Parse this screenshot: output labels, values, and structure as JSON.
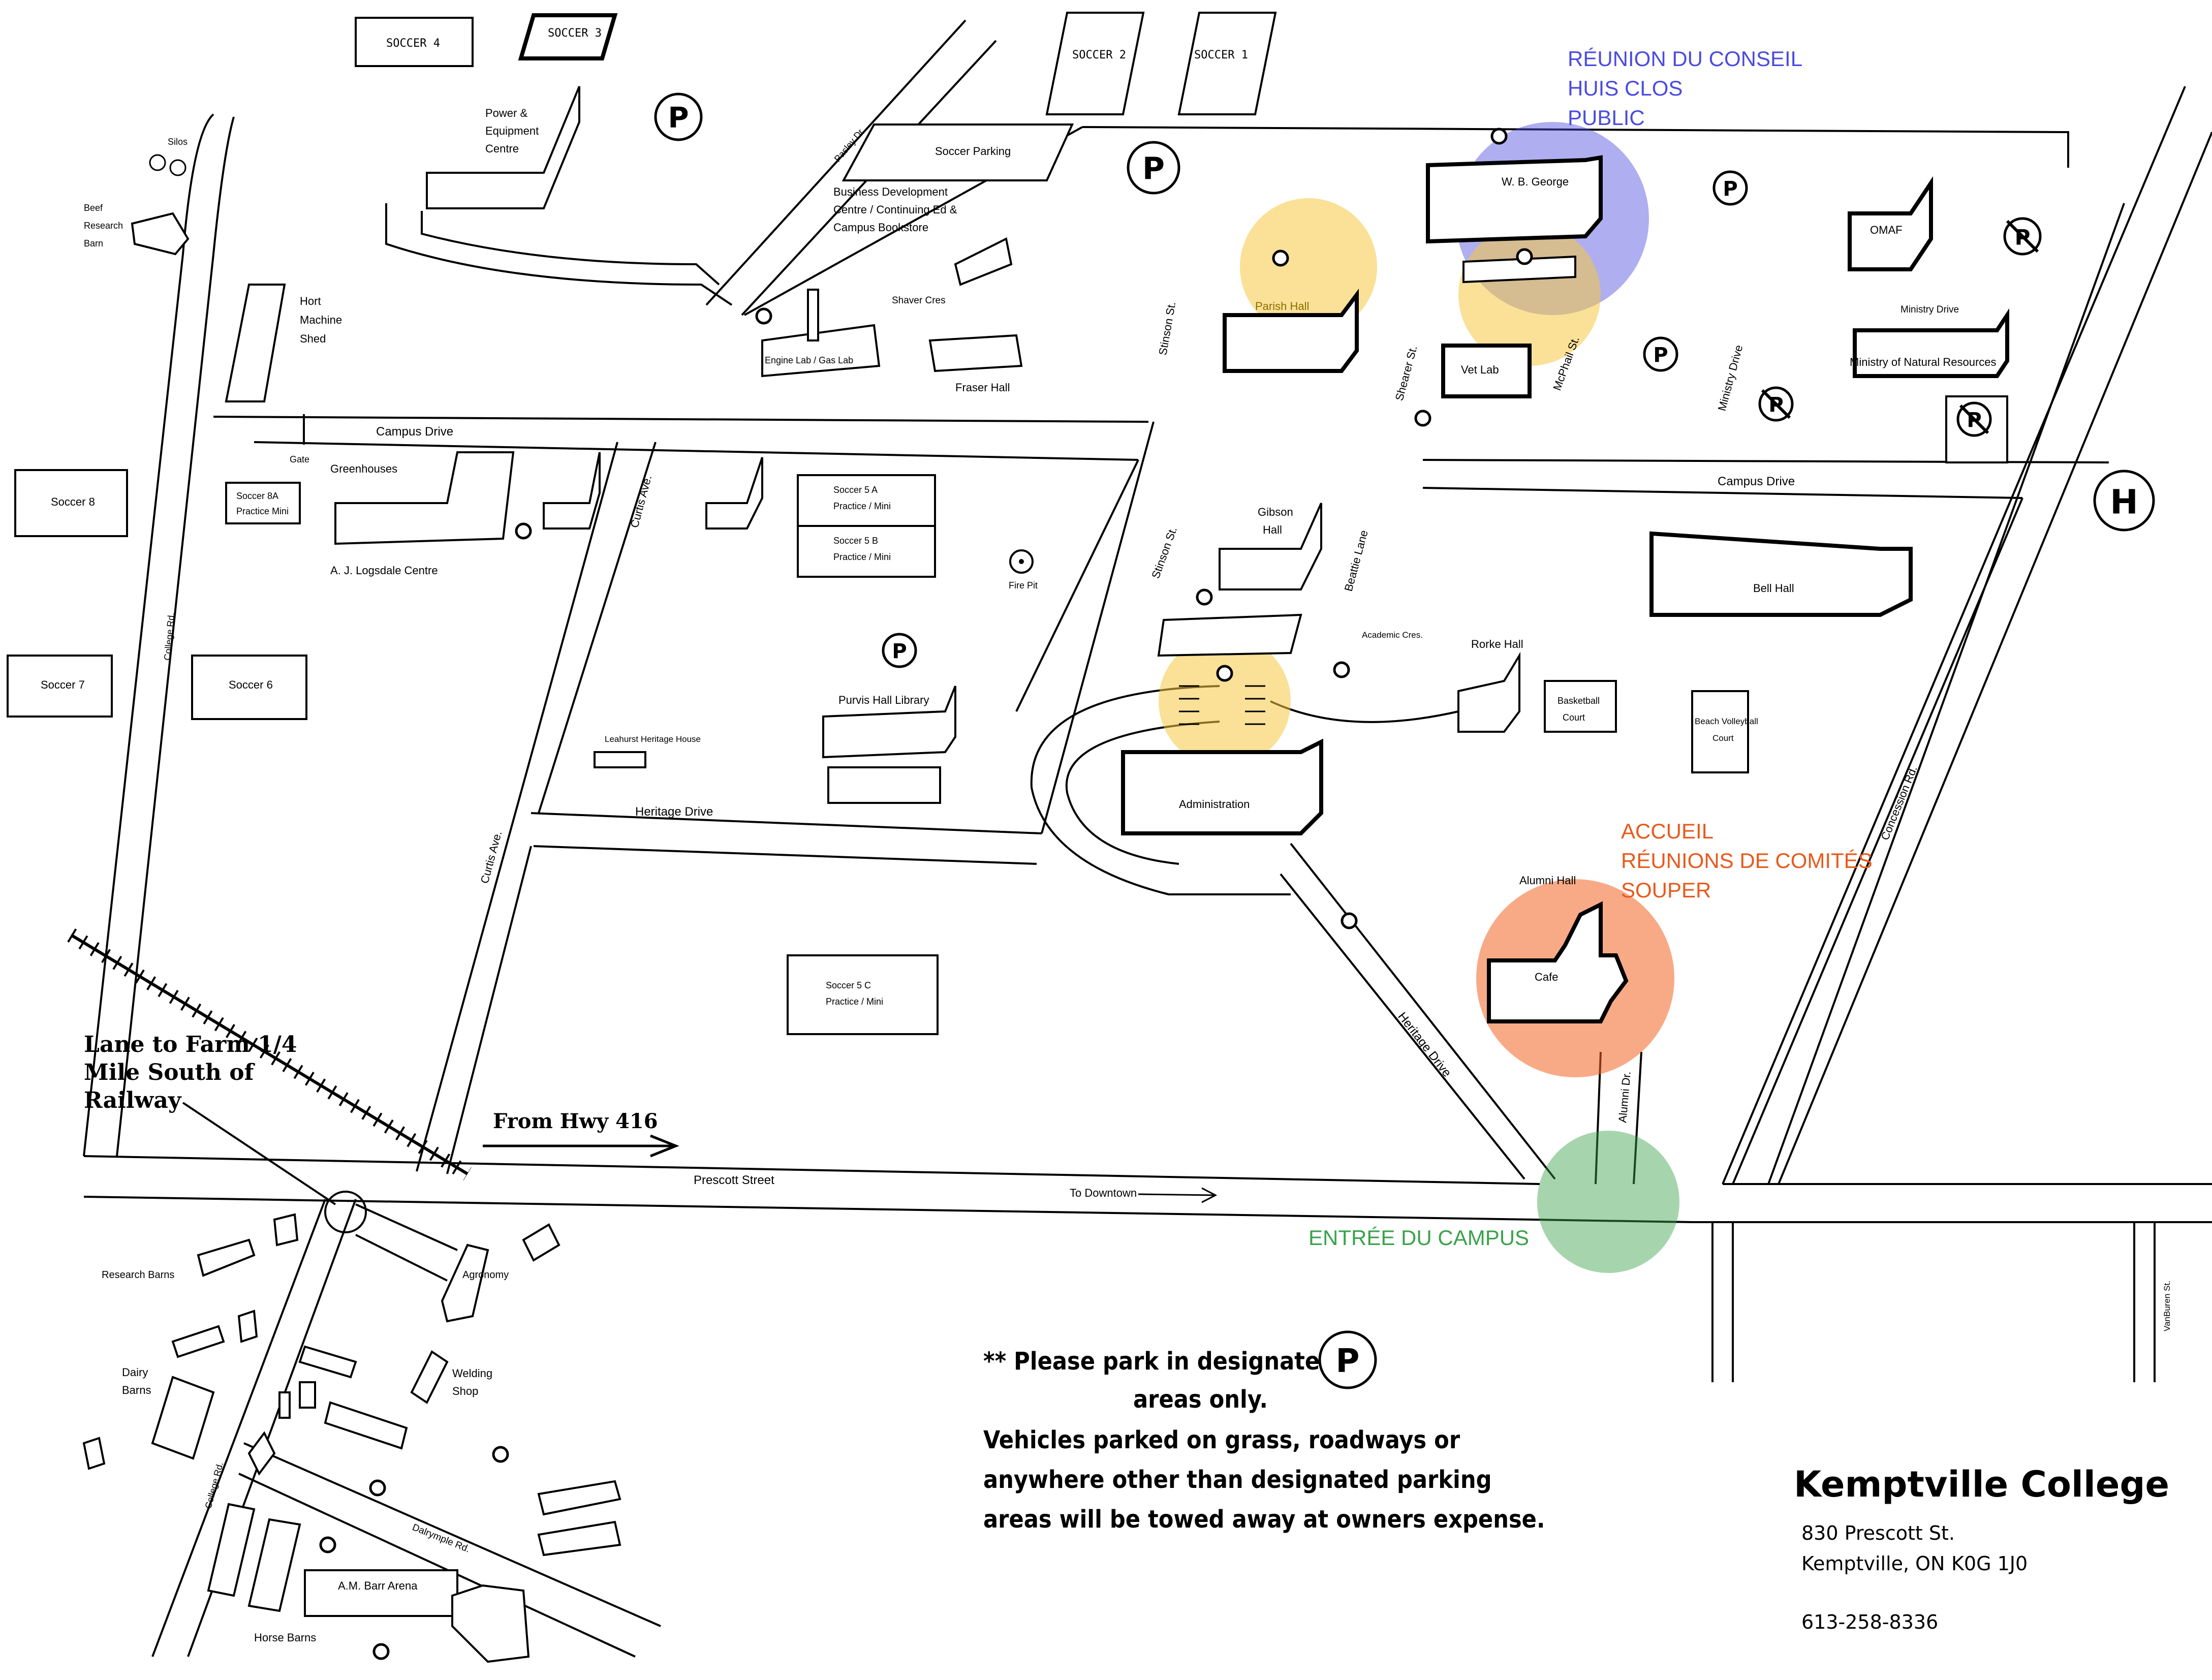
{
  "map": {
    "title": "Kemptville College",
    "address": {
      "street": "830 Prescott St.",
      "city": "Kemptville, ON",
      "postal": "K0G 1J0",
      "phone": "613-258-8336"
    },
    "parking_notice": {
      "line1": "** Please park in designated",
      "line2": "areas only.",
      "line3": "Vehicles parked on grass, roadways or",
      "line4": "anywhere other than designated parking",
      "line5": "areas will be towed away at owners  expense."
    },
    "farm_lane": {
      "line1": "Lane to Farm 1/4",
      "line2": "Mile South of",
      "line3": "Railway"
    },
    "hwy": "From Hwy 416",
    "to_downtown": "To Downtown",
    "parking_symbol": "P",
    "hospital_symbol": "H"
  },
  "annotations": {
    "blue": {
      "line1": "RÉUNION DU CONSEIL",
      "line2": "HUIS CLOS",
      "line3": "PUBLIC",
      "color": "#4b4be0"
    },
    "orange": {
      "line1": "ACCUEIL",
      "line2": "RÉUNIONS DE COMITÉS",
      "line3": "SOUPER",
      "color": "#e8591c"
    },
    "green": {
      "line1": "ENTRÉE DU CAMPUS",
      "color": "#3aa24a"
    },
    "yellow_color": "#f5c842"
  },
  "buildings": {
    "soccer4": "SOCCER  4",
    "soccer3": "SOCCER  3",
    "soccer2": "SOCCER  2",
    "soccer1": "SOCCER 1",
    "power_l1": "Power &",
    "power_l2": "Equipment",
    "power_l3": "Centre",
    "soccer_parking": "Soccer Parking",
    "bdc_l1": "Business Development",
    "bdc_l2": "Centre / Continuing Ed &",
    "bdc_l3": "Campus Bookstore",
    "wb_george": "W. B. George",
    "omaf": "OMAF",
    "parish_hall": "Parish Hall",
    "vet_lab": "Vet Lab",
    "ministry_nr": "Ministry of Natural Resources",
    "engine_lab": "Engine Lab / Gas Lab",
    "fraser_hall": "Fraser Hall",
    "hort_l1": "Hort",
    "hort_l2": "Machine",
    "hort_l3": "Shed",
    "beef_l1": "Beef",
    "beef_l2": "Research",
    "beef_l3": "Barn",
    "silos": "Silos",
    "gate": "Gate",
    "greenhouses": "Greenhouses",
    "logsdale": "A. J. Logsdale Centre",
    "soccer8": "Soccer 8",
    "soccer8a_l1": "Soccer 8A",
    "soccer8a_l2": "Practice Mini",
    "soccer7": "Soccer 7",
    "soccer6": "Soccer 6",
    "soccer5a_l1": "Soccer 5 A",
    "soccer5a_l2": "Practice / Mini",
    "soccer5b_l1": "Soccer 5 B",
    "soccer5b_l2": "Practice / Mini",
    "fire_pit": "Fire Pit",
    "gibson_l1": "Gibson",
    "gibson_l2": "Hall",
    "bell_hall": "Bell Hall",
    "purvis": "Purvis Hall Library",
    "leahurst": "Leahurst Heritage House",
    "rorke": "Rorke Hall",
    "basketball_l1": "Basketball",
    "basketball_l2": "Court",
    "beach_l1": "Beach Volleyball",
    "beach_l2": "Court",
    "admin": "Administration",
    "alumni_hall": "Alumni Hall",
    "cafe": "Cafe",
    "soccer5c_l1": "Soccer 5 C",
    "soccer5c_l2": "Practice / Mini",
    "research_barns": "Research Barns",
    "agronomy": "Agronomy",
    "dairy_l1": "Dairy",
    "dairy_l2": "Barns",
    "welding_l1": "Welding",
    "welding_l2": "Shop",
    "mm_barr": "A.M. Barr Arena",
    "horse_barns": "Horse Barns",
    "academic_cres": "Academic Cres."
  },
  "streets": {
    "campus_drive": "Campus Drive",
    "campus_drive_e": "Campus Drive",
    "heritage_drive": "Heritage Drive",
    "heritage_drive_diag": "Heritage Drive",
    "prescott": "Prescott Street",
    "curtis1": "Curtis Ave.",
    "curtis2": "Curtis Ave.",
    "stinson1": "Stinson St.",
    "stinson2": "Stinson St.",
    "shearer": "Shearer St.",
    "mcphail": "McPhail St.",
    "ministry_drive": "Ministry Drive",
    "ministry_drive_v": "Ministry Drive",
    "beattie": "Beattie Lane",
    "concession": "Concession Rd.",
    "alumni_dr": "Alumni Dr.",
    "shaver": "Shaver Cres",
    "pasley": "Pasley Dr.",
    "college_rd": "College Rd.",
    "college_rd_s": "College Rd.",
    "dalrymple": "Dalrymple Rd.",
    "vanburen": "VanBuren St."
  }
}
